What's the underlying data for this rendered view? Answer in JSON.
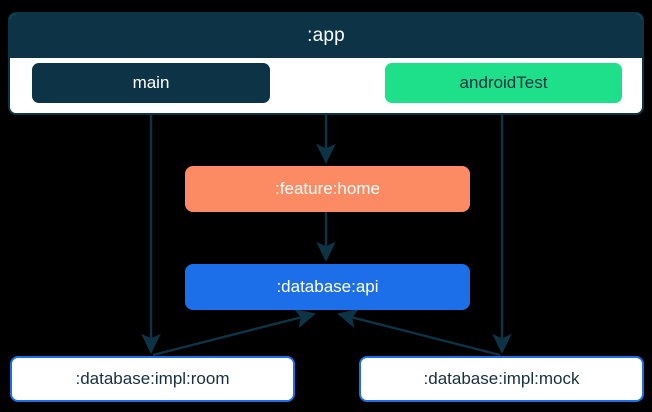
{
  "diagram": {
    "title": ":app",
    "background_color": "#000000",
    "edge_color": "#0d3446",
    "nodes": [
      {
        "id": "app",
        "label": ":app",
        "kind": "subgraph-container",
        "fill": "#ffffff",
        "header_fill": "#0d3446",
        "header_text_color": "#ffffff",
        "border_color": "#0d3446"
      },
      {
        "id": "main",
        "label": "main",
        "kind": "source-set",
        "fill": "#0d3446",
        "text_color": "#ffffff"
      },
      {
        "id": "androidTest",
        "label": "androidTest",
        "kind": "source-set",
        "fill": "#1FE08A",
        "text_color": "#10323f"
      },
      {
        "id": "feature-home",
        "label": ":feature:home",
        "kind": "module",
        "fill": "#FC8B63",
        "text_color": "#ffffff"
      },
      {
        "id": "database-api",
        "label": ":database:api",
        "kind": "module",
        "fill": "#1C6FE8",
        "text_color": "#ffffff"
      },
      {
        "id": "database-impl-room",
        "label": ":database:impl:room",
        "kind": "module",
        "fill": "#ffffff",
        "border_color": "#1C6FE8",
        "text_color": "#16313d"
      },
      {
        "id": "database-impl-mock",
        "label": ":database:impl:mock",
        "kind": "module",
        "fill": "#ffffff",
        "border_color": "#1C6FE8",
        "text_color": "#16313d"
      }
    ],
    "edges": [
      {
        "id": "edge-main-to-room",
        "from": "main",
        "to": "database-impl-room"
      },
      {
        "id": "edge-app-to-feature-home",
        "from": "app",
        "to": "feature-home"
      },
      {
        "id": "edge-androidtest-to-mock",
        "from": "androidTest",
        "to": "database-impl-mock"
      },
      {
        "id": "edge-feature-home-to-database-api",
        "from": "feature-home",
        "to": "database-api"
      },
      {
        "id": "edge-room-to-database-api",
        "from": "database-impl-room",
        "to": "database-api"
      },
      {
        "id": "edge-mock-to-database-api",
        "from": "database-impl-mock",
        "to": "database-api"
      }
    ]
  }
}
